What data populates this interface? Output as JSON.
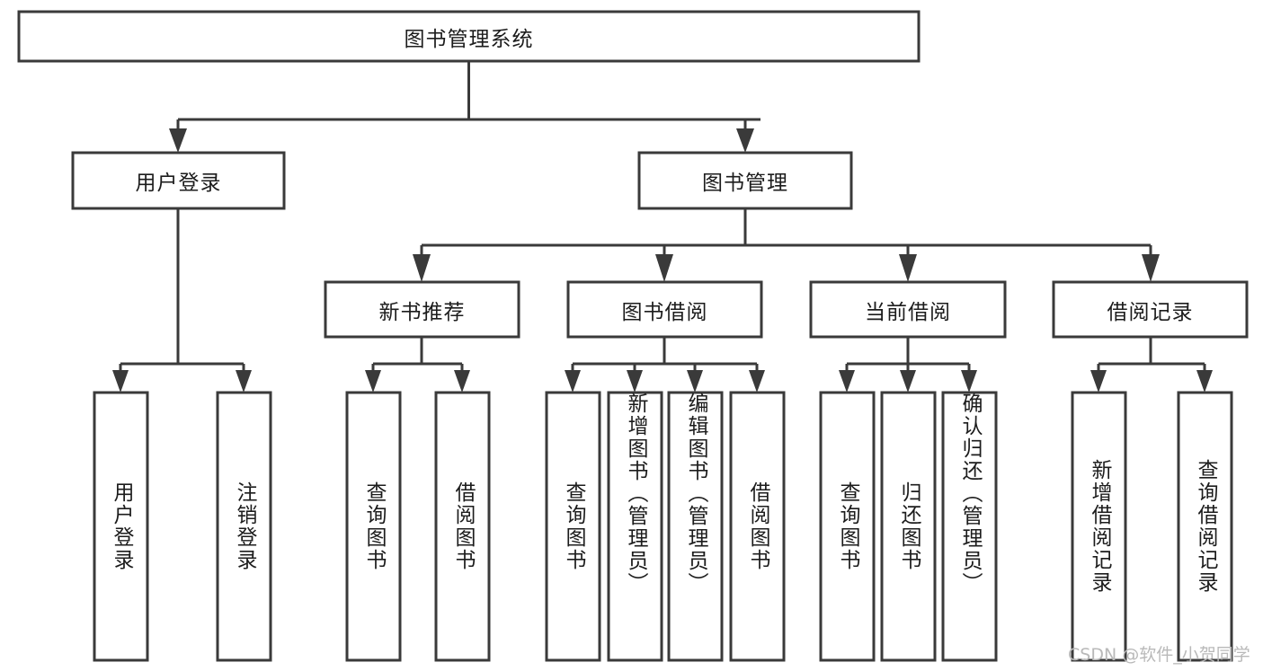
{
  "diagram": {
    "type": "tree",
    "title": "图书管理系统",
    "orientation": "top-down",
    "colors": {
      "background": "#ffffff",
      "box_fill": "#ffffff",
      "box_stroke": "#3a3a3a",
      "connector": "#3a3a3a",
      "text": "#1c1c1c",
      "watermark": "#b9b9b9"
    },
    "root": {
      "label": "图书管理系统"
    },
    "level2": [
      {
        "label": "用户登录"
      },
      {
        "label": "图书管理"
      }
    ],
    "level3": [
      {
        "label": "新书推荐"
      },
      {
        "label": "图书借阅"
      },
      {
        "label": "当前借阅"
      },
      {
        "label": "借阅记录"
      }
    ],
    "leaves": {
      "user_login": [
        {
          "label": "用户登录"
        },
        {
          "label": "注销登录"
        }
      ],
      "new_book_recommend": [
        {
          "label": "查询图书"
        },
        {
          "label": "借阅图书"
        }
      ],
      "book_borrow": [
        {
          "label": "查询图书"
        },
        {
          "label": "新增图书（管理员）"
        },
        {
          "label": "编辑图书（管理员）"
        },
        {
          "label": "借阅图书"
        }
      ],
      "current_borrow": [
        {
          "label": "查询图书"
        },
        {
          "label": "归还图书"
        },
        {
          "label": "确认归还（管理员）"
        }
      ],
      "borrow_record": [
        {
          "label": "新增借阅记录"
        },
        {
          "label": "查询借阅记录"
        }
      ]
    }
  },
  "watermark": {
    "text": "CSDN @软件_小贺同学"
  }
}
